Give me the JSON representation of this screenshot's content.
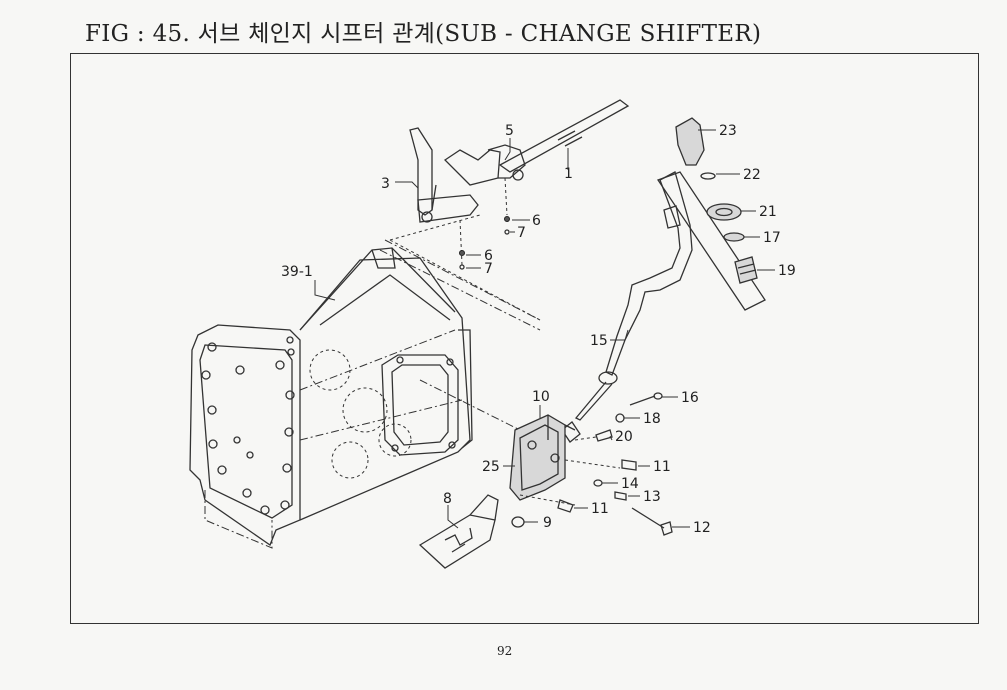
{
  "title": "FIG : 45. 서브 체인지 시프터 관계(SUB - CHANGE SHIFTER)",
  "page_number": "92",
  "callouts": [
    {
      "id": "c1",
      "label": "1"
    },
    {
      "id": "c3",
      "label": "3"
    },
    {
      "id": "c5",
      "label": "5"
    },
    {
      "id": "c6a",
      "label": "6"
    },
    {
      "id": "c7a",
      "label": "7"
    },
    {
      "id": "c6b",
      "label": "6"
    },
    {
      "id": "c7b",
      "label": "7"
    },
    {
      "id": "c39",
      "label": "39-1"
    },
    {
      "id": "c23",
      "label": "23"
    },
    {
      "id": "c22",
      "label": "22"
    },
    {
      "id": "c21",
      "label": "21"
    },
    {
      "id": "c17",
      "label": "17"
    },
    {
      "id": "c19",
      "label": "19"
    },
    {
      "id": "c15",
      "label": "15"
    },
    {
      "id": "c16",
      "label": "16"
    },
    {
      "id": "c10",
      "label": "10"
    },
    {
      "id": "c18",
      "label": "18"
    },
    {
      "id": "c20",
      "label": "20"
    },
    {
      "id": "c25",
      "label": "25"
    },
    {
      "id": "c11a",
      "label": "11"
    },
    {
      "id": "c14",
      "label": "14"
    },
    {
      "id": "c13",
      "label": "13"
    },
    {
      "id": "c8",
      "label": "8"
    },
    {
      "id": "c11b",
      "label": "11"
    },
    {
      "id": "c9",
      "label": "9"
    },
    {
      "id": "c12",
      "label": "12"
    }
  ]
}
